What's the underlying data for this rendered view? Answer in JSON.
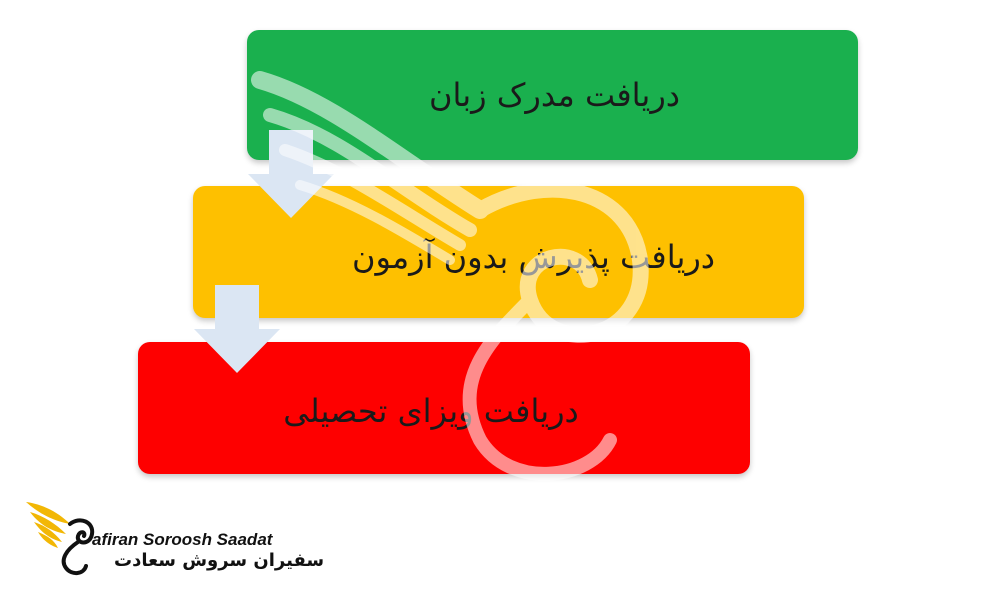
{
  "steps": [
    {
      "label": "دریافت مدرک زبان",
      "color": "#1ab04e"
    },
    {
      "label": "دریافت پذیرش بدون آزمون",
      "color": "#fec000"
    },
    {
      "label": "دریافت ویزای تحصیلی",
      "color": "#fe0000"
    }
  ],
  "arrow_color": "#dbe6f3",
  "brand": {
    "name_en": "afiran Soroosh Saadat",
    "name_fa": "سفیران سروش سعادت",
    "logo_icon": "golden-wing-swan-logo-icon",
    "logo_color": "#f2b705"
  },
  "watermark_icon": "swan-wing-watermark-icon"
}
